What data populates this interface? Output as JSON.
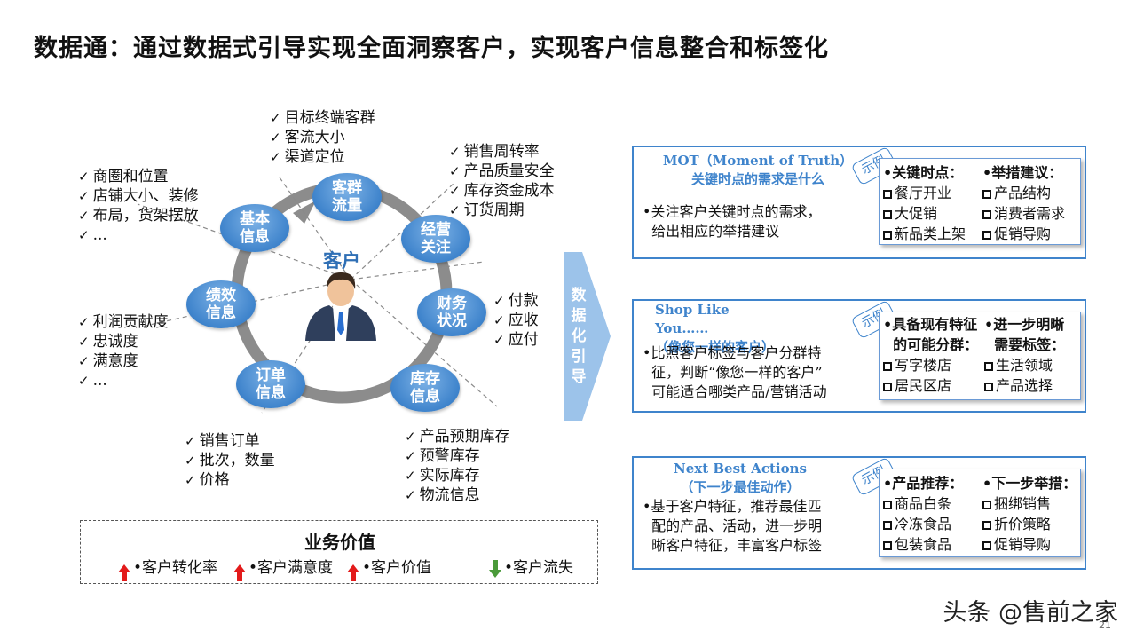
{
  "title": "数据通：通过数据式引导实现全面洞察客户，实现客户信息整合和标签化",
  "center": {
    "label": "客户"
  },
  "nodes": {
    "kequn": "客群流量",
    "jingying": "经营关注",
    "caiwu": "财务状况",
    "kucun": "库存信息",
    "dingdan": "订单信息",
    "jixiao": "绩效信息",
    "jiben": "基本信息"
  },
  "lists": {
    "kequn": [
      "目标终端客群",
      "客流大小",
      "渠道定位"
    ],
    "jingying": [
      "销售周转率",
      "产品质量安全",
      "库存资金成本",
      "订货周期"
    ],
    "caiwu": [
      "付款",
      "应收",
      "应付"
    ],
    "kucun": [
      "产品预期库存",
      "预警库存",
      "实际库存",
      "物流信息"
    ],
    "dingdan": [
      "销售订单",
      "批次，数量",
      "价格"
    ],
    "jixiao": [
      "利润贡献度",
      "忠诚度",
      "满意度",
      "..."
    ],
    "jiben": [
      "商圈和位置",
      "店铺大小、装修",
      "布局，货架摆放",
      "..."
    ]
  },
  "guide": {
    "text": "数据化引导"
  },
  "cards": [
    {
      "title": "MOT（Moment of Truth）\n关键时点的需求是什么",
      "stamp": "示例",
      "desc": "•关注客户关键时点的需求，\n  给出相应的举措建议",
      "left_head": "•关键时点：",
      "left_items": [
        "餐厅开业",
        "大促销",
        "新品类上架"
      ],
      "right_head": "•举措建议：",
      "right_items": [
        "产品结构",
        "消费者需求",
        "促销导购"
      ]
    },
    {
      "title": "Shop Like\nYou……\n（像您一样的客户）",
      "stamp": "示例",
      "desc": "•比照客户标签与客户分群特\n  征，判断“像您一样的客户”\n  可能适合哪类产品/营销活动",
      "left_head": "•具备现有特征\n  的可能分群：",
      "left_items": [
        "写字楼店",
        "居民区店"
      ],
      "right_head": "•进一步明晰\n  需要标签：",
      "right_items": [
        "生活领域",
        "产品选择"
      ]
    },
    {
      "title": "Next Best Actions\n（下一步最佳动作）",
      "stamp": "示例",
      "desc": "•基于客户特征，推荐最佳匹\n  配的产品、活动，进一步明\n  晰客户特征，丰富客户标签",
      "left_head": "•产品推荐：",
      "left_items": [
        "商品白条",
        "冷冻食品",
        "包装食品"
      ],
      "right_head": "•下一步举措：",
      "right_items": [
        "捆绑销售",
        "折价策略",
        "促销导购"
      ]
    }
  ],
  "value": {
    "title": "业务价值",
    "items": [
      "•客户转化率",
      "•客户满意度",
      "•客户价值",
      "•客户流失"
    ]
  },
  "colors": {
    "accent": "#3f84cc",
    "up": "#e31b1b",
    "down": "#4a9a3a"
  },
  "watermark": "头条 @售前之家",
  "page_number": "21"
}
